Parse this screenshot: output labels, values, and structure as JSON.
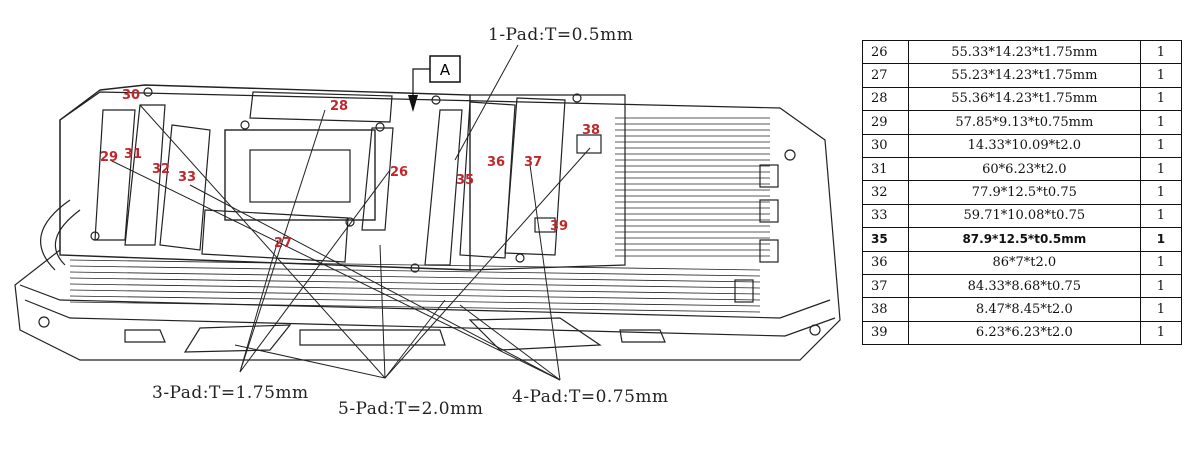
{
  "title_ref": "A",
  "pad_labels": {
    "pad1": "1-Pad:T=0.5mm",
    "pad3": "3-Pad:T=1.75mm",
    "pad4": "4-Pad:T=0.75mm",
    "pad5": "5-Pad:T=2.0mm"
  },
  "part_markers": [
    "30",
    "28",
    "29",
    "31",
    "32",
    "33",
    "27",
    "26",
    "35",
    "36",
    "37",
    "38",
    "39"
  ],
  "table": {
    "rows": [
      {
        "no": "26",
        "size": "55.33*14.23*t1.75mm",
        "qty": "1"
      },
      {
        "no": "27",
        "size": "55.23*14.23*t1.75mm",
        "qty": "1"
      },
      {
        "no": "28",
        "size": "55.36*14.23*t1.75mm",
        "qty": "1"
      },
      {
        "no": "29",
        "size": "57.85*9.13*t0.75mm",
        "qty": "1"
      },
      {
        "no": "30",
        "size": "14.33*10.09*t2.0",
        "qty": "1"
      },
      {
        "no": "31",
        "size": "60*6.23*t2.0",
        "qty": "1"
      },
      {
        "no": "32",
        "size": "77.9*12.5*t0.75",
        "qty": "1"
      },
      {
        "no": "33",
        "size": "59.71*10.08*t0.75",
        "qty": "1"
      },
      {
        "no": "35",
        "size": "87.9*12.5*t0.5mm",
        "qty": "1"
      },
      {
        "no": "36",
        "size": "86*7*t2.0",
        "qty": "1"
      },
      {
        "no": "37",
        "size": "84.33*8.68*t0.75",
        "qty": "1"
      },
      {
        "no": "38",
        "size": "8.47*8.45*t2.0",
        "qty": "1"
      },
      {
        "no": "39",
        "size": "6.23*6.23*t2.0",
        "qty": "1"
      }
    ]
  },
  "colors": {
    "marker": "#c0272d",
    "line": "#222222"
  }
}
